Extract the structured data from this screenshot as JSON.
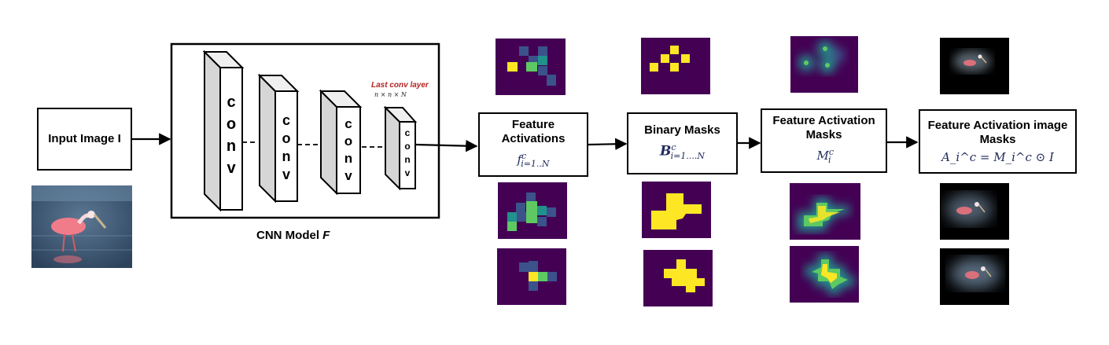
{
  "input": {
    "label": "Input Image I"
  },
  "cnn": {
    "caption_prefix": "CNN Model ",
    "caption_symbol": "F",
    "layer_label": "conv",
    "last_layer_label": "Last conv layer",
    "last_layer_dims": "n × n × N"
  },
  "stages": [
    {
      "title": "Feature Activations",
      "symbol": "f",
      "sup": "c",
      "sub": "i=1..N"
    },
    {
      "title": "Binary Masks",
      "symbol": "B",
      "sup": "c",
      "sub": "i=1....N"
    },
    {
      "title": "Feature Activation Masks",
      "symbol": "M",
      "sup": "c",
      "sub": "i"
    },
    {
      "title": "Feature Activation image Masks",
      "formula": "A_i^c = M_i^c ⊙ I"
    }
  ],
  "colors": {
    "viridis_dark": "#440154",
    "viridis_blue": "#3b528b",
    "viridis_teal": "#21918c",
    "viridis_green": "#5ec962",
    "viridis_yellow": "#fde725",
    "water": "#3c5673",
    "bird": "#ef7a86"
  },
  "icons": [
    "bird-photo",
    "activation-heatmap",
    "binary-mask",
    "smooth-mask",
    "masked-image"
  ]
}
